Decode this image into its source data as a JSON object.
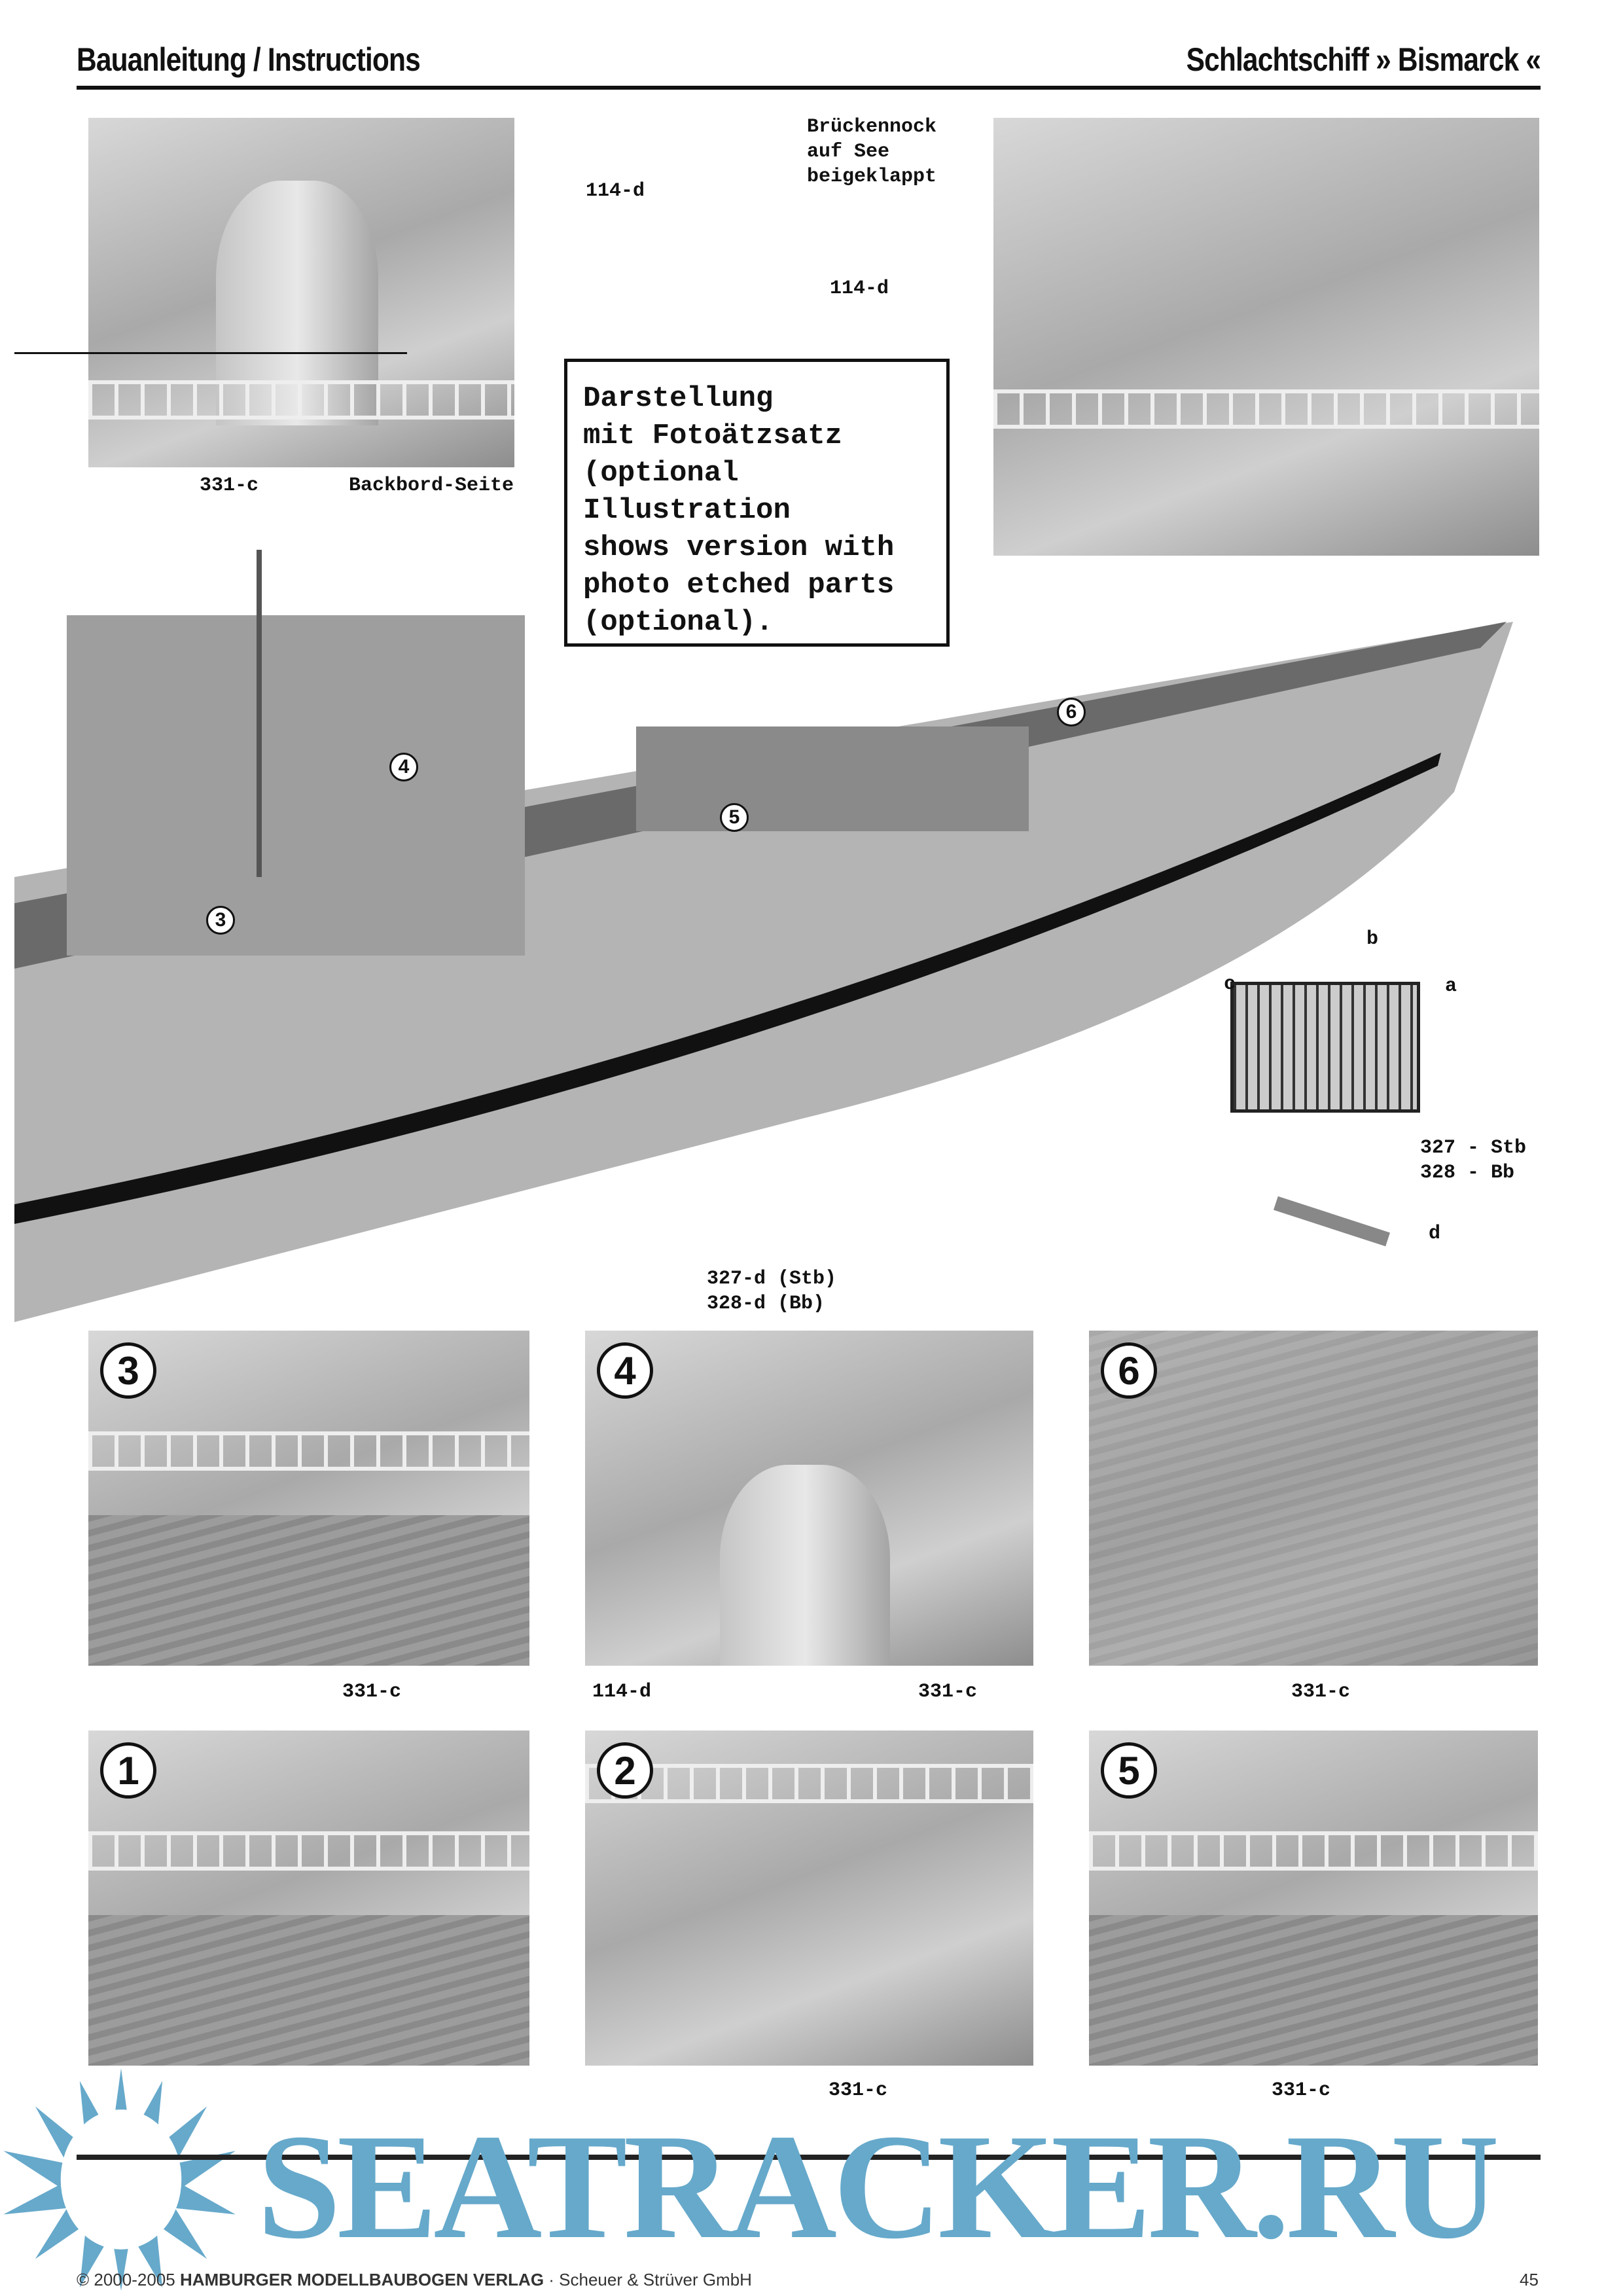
{
  "header": {
    "left": "Bauanleitung / Instructions",
    "right": "Schlachtschiff » Bismarck «"
  },
  "top_left_photo": {
    "labels": [
      "114-d",
      "331-c",
      "Backbord-Seite"
    ]
  },
  "top_right_photo": {
    "caption": "Brückennock\nauf See\nbeigeklappt",
    "part": "114-d"
  },
  "note_box": "Darstellung\nmit Fotoätzsatz\n(optional\nIllustration\nshows version with\nphoto etched parts\n(optional).",
  "ship": {
    "markers": [
      "3",
      "4",
      "5",
      "6"
    ],
    "callout": "327-d (Stb)\n328-d (Bb)"
  },
  "detail": {
    "labels": [
      "a",
      "b",
      "c",
      "d"
    ],
    "parts": "327 - Stb\n328 - Bb"
  },
  "panels": [
    {
      "num": "3",
      "labels": [
        "331-c"
      ]
    },
    {
      "num": "4",
      "labels": [
        "114-d",
        "331-c"
      ]
    },
    {
      "num": "6",
      "labels": [
        "331-c"
      ]
    },
    {
      "num": "1",
      "labels": []
    },
    {
      "num": "2",
      "labels": [
        "331-c"
      ]
    },
    {
      "num": "5",
      "labels": [
        "331-c"
      ]
    }
  ],
  "footer": {
    "copyright": "© 2000-2005",
    "publisher": "HAMBURGER MODELLBAUBOGEN VERLAG",
    "company": " · Scheuer & Strüver GmbH",
    "page": "45"
  },
  "watermark": "SEATRACKER.RU",
  "colors": {
    "watermark": "#66a9cb"
  }
}
